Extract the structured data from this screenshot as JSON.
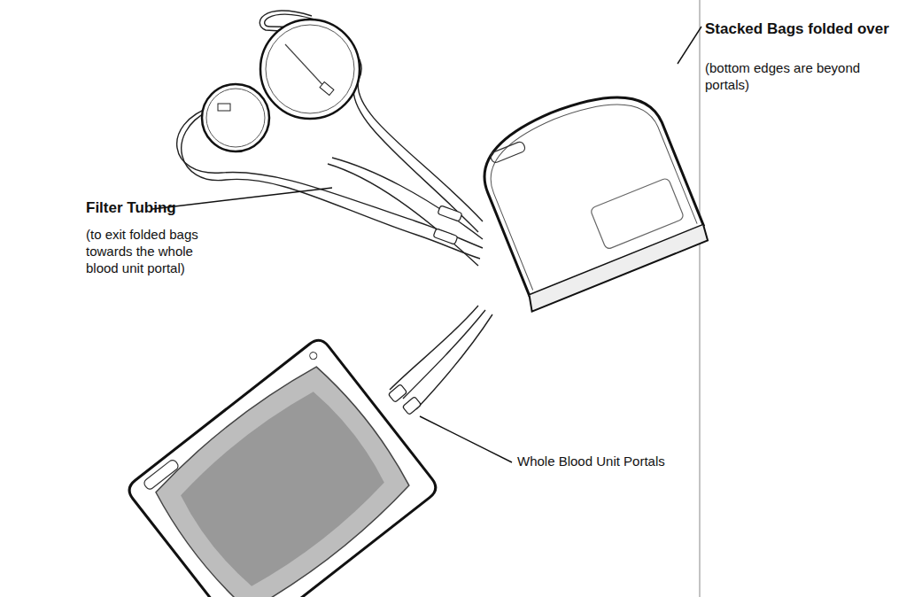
{
  "diagram": {
    "labels": [
      "Stacked Bags folded over",
      "(bottom edges are beyond portals)",
      "Filter Tubing",
      "(to exit folded bags towards the whole blood unit portal)",
      "Whole Blood Unit Portals"
    ]
  }
}
